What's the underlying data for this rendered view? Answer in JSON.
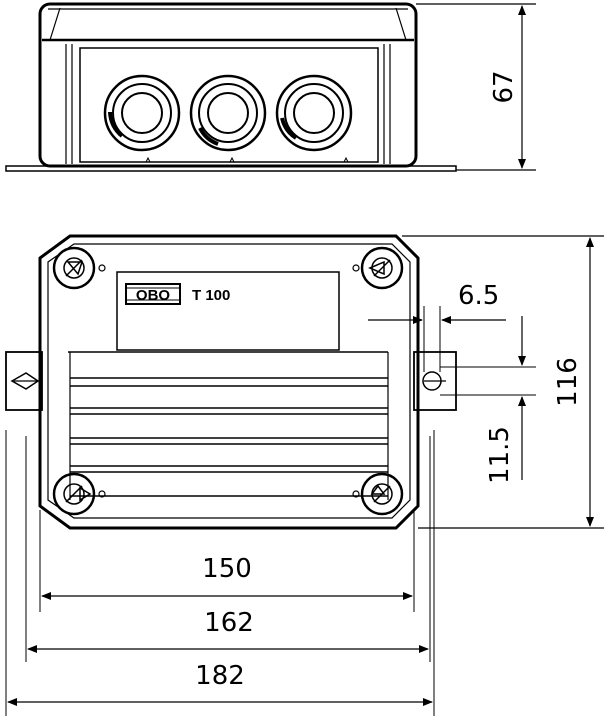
{
  "brand": {
    "logo_text": "OBO",
    "model": "T 100"
  },
  "dimensions": {
    "height": "67",
    "depth": "116",
    "hole_diameter": "6.5",
    "flange_hole_offset": "11.5",
    "width_inner": "150",
    "width_outer": "162",
    "width_overall": "182"
  },
  "colors": {
    "line": "#000000",
    "background": "#ffffff"
  }
}
